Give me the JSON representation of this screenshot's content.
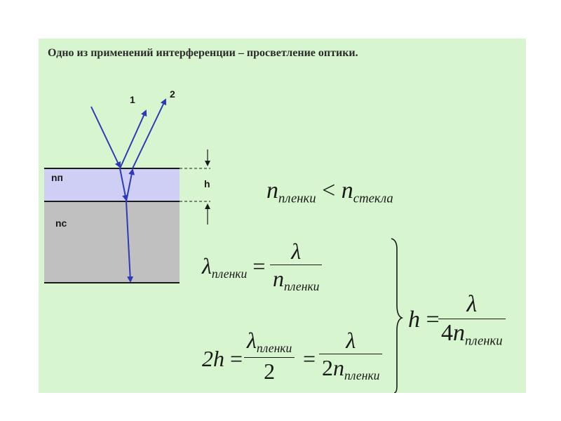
{
  "title": "Одно из применений интерференции – просветление оптики.",
  "diagram": {
    "ray_label_1": "1",
    "ray_label_2": "2",
    "film_label": "nп",
    "glass_label": "nс",
    "thickness_label": "h",
    "film_color": "#cfcff5",
    "glass_color": "#c0c0c0",
    "ray_color": "#2d3ab8"
  },
  "formulas": {
    "inequality": {
      "left_var": "n",
      "left_sub": "пленки",
      "operator": "<",
      "right_var": "n",
      "right_sub": "стекла"
    },
    "wavelength": {
      "lhs_var": "λ",
      "lhs_sub": "пленки",
      "equals": "=",
      "num": "λ",
      "den_var": "n",
      "den_sub": "пленки"
    },
    "path": {
      "lhs": "2h",
      "equals_1": "=",
      "num_1_var": "λ",
      "num_1_sub": "пленки",
      "den_1": "2",
      "equals_2": "=",
      "num_2": "λ",
      "den_2_coef": "2",
      "den_2_var": "n",
      "den_2_sub": "пленки"
    },
    "result": {
      "lhs": "h",
      "equals": "=",
      "num": "λ",
      "den_coef": "4",
      "den_var": "n",
      "den_sub": "пленки"
    }
  }
}
